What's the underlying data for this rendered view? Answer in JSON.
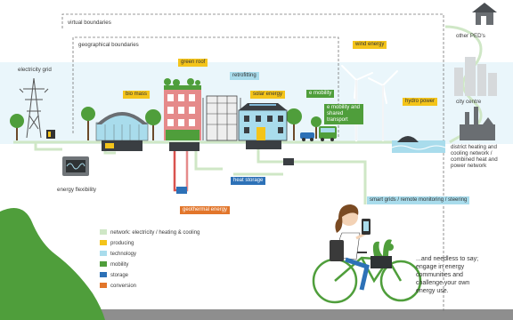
{
  "boundaries": {
    "virtual": "virtual boundaries",
    "geographical": "geographical boundaries"
  },
  "labels": {
    "electricity_grid": "electricity grid",
    "energy_flexibility": "energy flexibility",
    "other_peds": "other PED's",
    "city_centre": "city centre",
    "district_heating": "district heating and cooling network / combined heat and power network"
  },
  "tags": {
    "bio_mass": "bio mass",
    "green_roof": "green roof",
    "retrofitting": "retrofitting",
    "solar_energy": "solar energy",
    "e_mobility": "e mobility",
    "e_mobility_shared": "e mobility and shared transport",
    "wind_energy": "wind energy",
    "hydro_power": "hydro power",
    "heat_storage": "heat storage",
    "geothermal_energy": "geothermal energy",
    "smart_grids": "smart grids / remote monitoring / steering"
  },
  "legend": [
    {
      "label": "network: electricity / heating & cooling",
      "color": "#cfe7c6"
    },
    {
      "label": "producing",
      "color": "#f4c41a"
    },
    {
      "label": "technology",
      "color": "#a9dcec"
    },
    {
      "label": "mobility",
      "color": "#4f9e3b"
    },
    {
      "label": "storage",
      "color": "#2d71b7"
    },
    {
      "label": "conversion",
      "color": "#e2762b"
    }
  ],
  "closing_text": "...and needless to say;\nengage in energy\ncommunities and\nchallenge your own\nenergy use.",
  "colors": {
    "network": "#cfe7c6",
    "producing": "#f4c41a",
    "technology": "#a9dcec",
    "mobility": "#4f9e3b",
    "storage": "#2d71b7",
    "conversion": "#e2762b",
    "sky": "#e6f4fa",
    "ground": "#dff1f7"
  },
  "icons": [
    "pylon-icon",
    "battery-icon",
    "power-meter-icon",
    "greenhouse-icon",
    "green-roof-building-icon",
    "retrofit-building-icon",
    "solar-building-icon",
    "electric-car-icon",
    "bus-icon",
    "wind-turbine-icon",
    "hydro-plant-icon",
    "house-icon",
    "city-skyline-icon",
    "chp-plant-icon",
    "cyclist-icon",
    "smartphone-icon",
    "tree-icon"
  ]
}
